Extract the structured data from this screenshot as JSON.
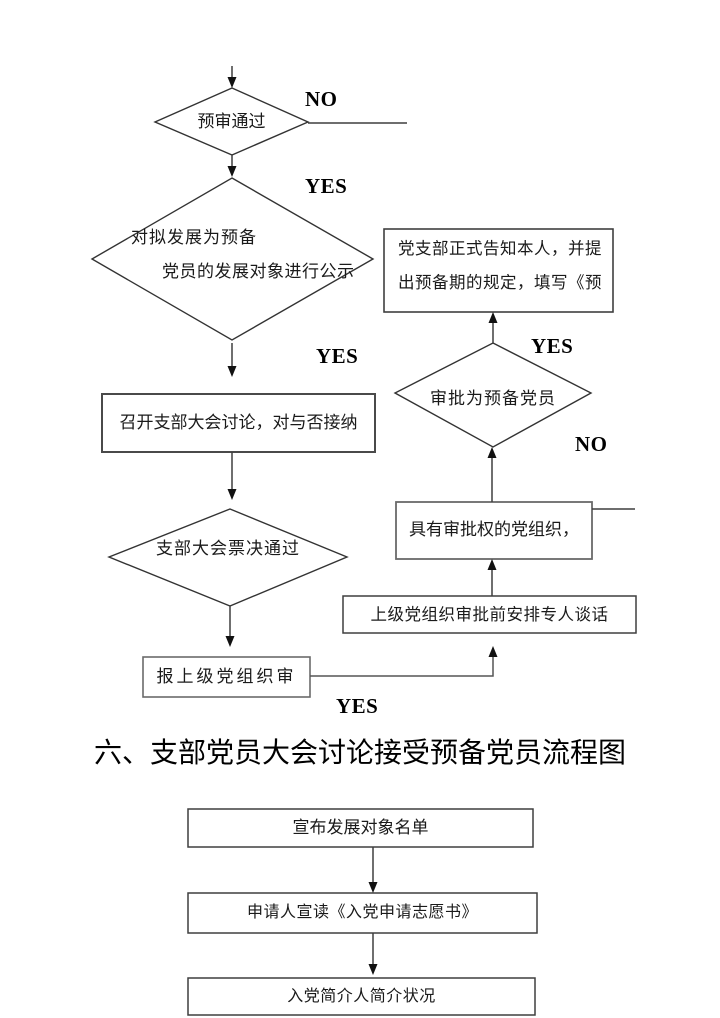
{
  "colors": {
    "background": "#ffffff",
    "line": "#3f3f3f",
    "box_border_gray": "#5e5e5e",
    "text": "#1a1a1a"
  },
  "flow_top": {
    "decision_precheck": "预审通过",
    "label_no_1": "NO",
    "label_yes_1": "YES",
    "decision_publicity_line1": "对拟发展为预备",
    "decision_publicity_line2": "党员的发展对象进行公示",
    "label_yes_2": "YES",
    "box_branch_meeting": "召开支部大会讨论，对与否接纳",
    "decision_vote": "支部大会票决通过",
    "box_report": "报上级党组织审",
    "label_yes_3": "YES",
    "box_pre_talk": "上级党组织审批前安排专人谈话",
    "box_authority": "具有审批权的党组织，",
    "decision_approve": "审批为预备党员",
    "label_yes_4": "YES",
    "label_no_2": "NO",
    "box_notify_line1": "党支部正式告知本人，并提",
    "box_notify_line2": "出预备期的规定，填写《预"
  },
  "section_title": "六、支部党员大会讨论接受预备党员流程图",
  "flow_bottom": {
    "box_announce": "宣布发展对象名单",
    "box_read_application": "申请人宣读《入党申请志愿书》",
    "box_introducer": "入党简介人简介状况"
  }
}
